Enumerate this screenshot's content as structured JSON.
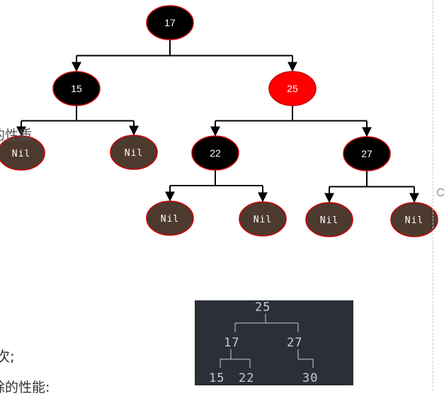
{
  "tree": {
    "nodes": [
      {
        "id": "n17",
        "label": "17",
        "color": "#000000"
      },
      {
        "id": "n15",
        "label": "15",
        "color": "#000000"
      },
      {
        "id": "n25",
        "label": "25",
        "color": "#ff0000"
      },
      {
        "id": "nilA",
        "label": "Nil",
        "color": "#4d3a2f"
      },
      {
        "id": "nilB",
        "label": "Nil",
        "color": "#4d3a2f"
      },
      {
        "id": "n22",
        "label": "22",
        "color": "#000000"
      },
      {
        "id": "n27",
        "label": "27",
        "color": "#000000"
      },
      {
        "id": "nilC",
        "label": "Nil",
        "color": "#4d3a2f"
      },
      {
        "id": "nilD",
        "label": "Nil",
        "color": "#4d3a2f"
      },
      {
        "id": "nilE",
        "label": "Nil",
        "color": "#4d3a2f"
      },
      {
        "id": "nilF",
        "label": "Nil",
        "color": "#4d3a2f"
      }
    ],
    "edges": [
      [
        "n17",
        "n15"
      ],
      [
        "n17",
        "n25"
      ],
      [
        "n15",
        "nilA"
      ],
      [
        "n15",
        "nilB"
      ],
      [
        "n25",
        "n22"
      ],
      [
        "n25",
        "n27"
      ],
      [
        "n22",
        "nilC"
      ],
      [
        "n22",
        "nilD"
      ],
      [
        "n27",
        "nilE"
      ],
      [
        "n27",
        "nilF"
      ]
    ],
    "border_color": "#cc0000"
  },
  "side_text": {
    "line1": "的性质",
    "line2": "次;",
    "line3": "除的性能:"
  },
  "code_panel": {
    "background": "#2b2f38",
    "root": "25",
    "level1": [
      "17",
      "27"
    ],
    "level2": [
      "15",
      "22",
      "30"
    ]
  }
}
